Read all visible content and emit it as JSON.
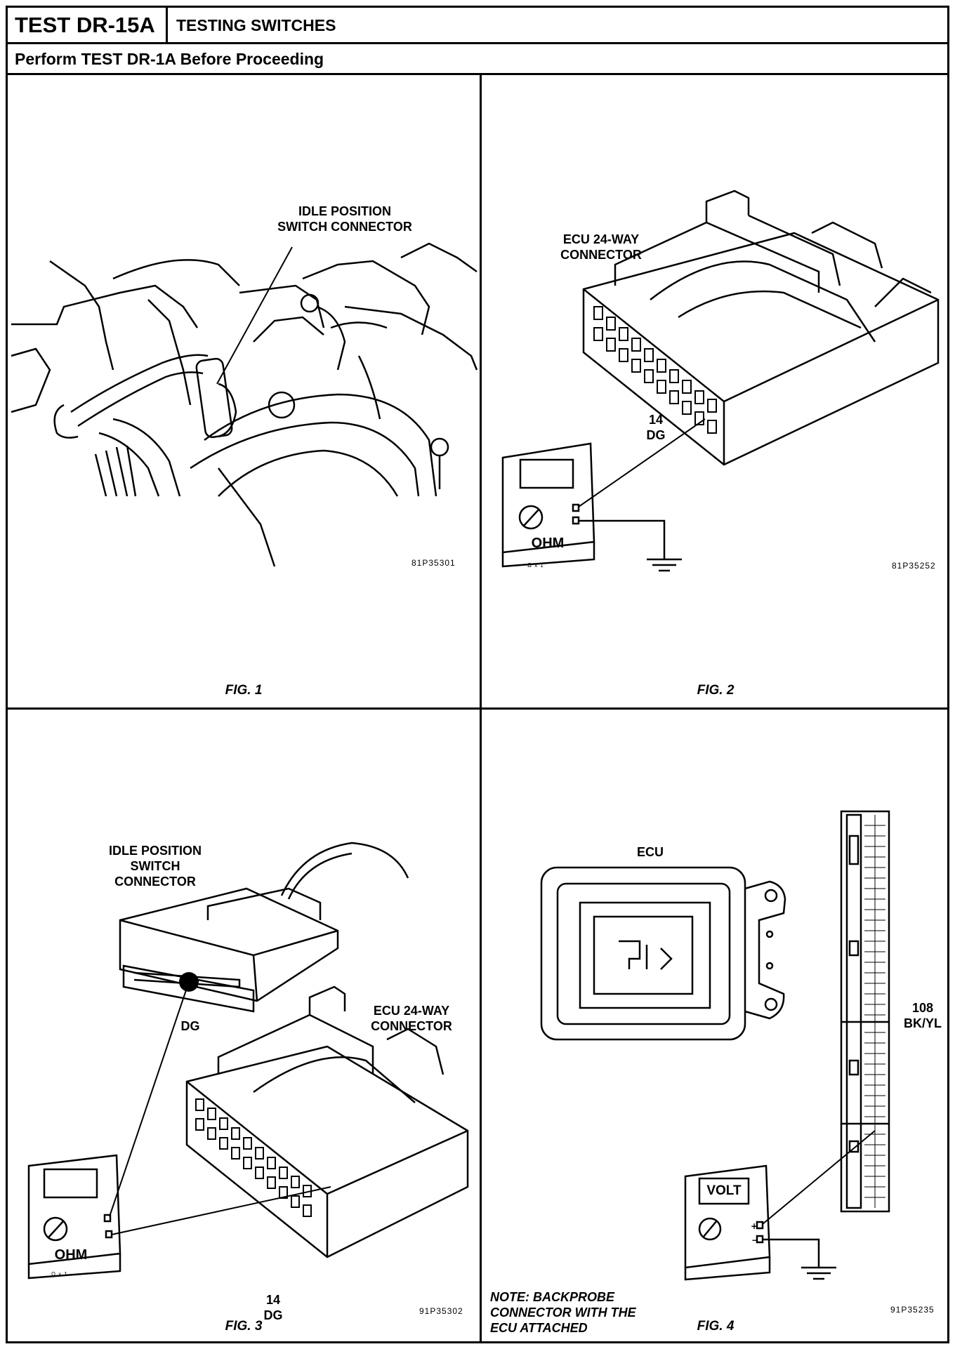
{
  "header": {
    "test_id": "TEST DR-15A",
    "title": "TESTING SWITCHES"
  },
  "subheader": "Perform TEST DR-1A Before Proceeding",
  "fig1": {
    "label_line1": "IDLE POSITION",
    "label_line2": "SWITCH CONNECTOR",
    "code": "81P35301",
    "caption": "FIG. 1"
  },
  "fig2": {
    "label_line1": "ECU 24-WAY",
    "label_line2": "CONNECTOR",
    "pin": "14",
    "wire": "DG",
    "meter": "OHM",
    "range": "Ω x 1",
    "code": "81P35252",
    "caption": "FIG. 2"
  },
  "fig3": {
    "switch_line1": "IDLE POSITION",
    "switch_line2": "SWITCH",
    "switch_line3": "CONNECTOR",
    "ecu_line1": "ECU 24-WAY",
    "ecu_line2": "CONNECTOR",
    "wire_top": "DG",
    "pin": "14",
    "wire": "DG",
    "meter": "OHM",
    "range": "Ω x 1",
    "code": "91P35302",
    "caption": "FIG. 3"
  },
  "fig4": {
    "ecu_label": "ECU",
    "pin": "108",
    "wire": "BK/YL",
    "meter": "VOLT",
    "note_line1": "NOTE: BACKPROBE",
    "note_line2": "CONNECTOR WITH THE",
    "note_line3": "ECU ATTACHED",
    "code": "91P35235",
    "caption": "FIG. 4"
  }
}
